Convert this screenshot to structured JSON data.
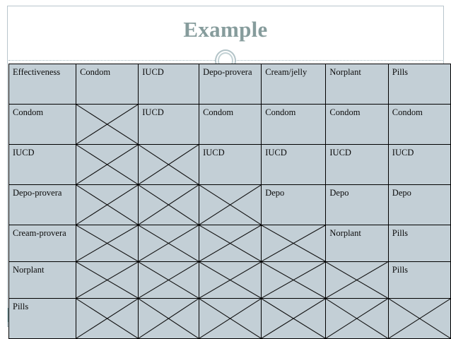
{
  "slide": {
    "title": "Example",
    "theme": {
      "title_color": "#869c9c",
      "cell_fill": "#c3cfd6",
      "band_color": "#8eb0ae",
      "rule_color": "#9fb4bb",
      "border_color": "#000000"
    },
    "ornament": "double-ring-circle"
  },
  "table": {
    "corner_label": "Effectiveness",
    "columns": [
      "Condom",
      "IUCD",
      "Depo-provera",
      "Cream/jelly",
      "Norplant",
      "Pills"
    ],
    "row_labels": [
      "Condom",
      "IUCD",
      "Depo-provera",
      "Cream-provera",
      "Norplant",
      "Pills"
    ],
    "rows": [
      {
        "label": "Effectiveness",
        "cells": [
          "Condom",
          "IUCD",
          "Depo-provera",
          "Cream/jelly",
          "Norplant",
          "Pills"
        ],
        "crossed": [
          false,
          false,
          false,
          false,
          false,
          false
        ]
      },
      {
        "label": "Condom",
        "cells": [
          "",
          "IUCD",
          "Condom",
          "Condom",
          "Condom",
          "Condom"
        ],
        "crossed": [
          true,
          false,
          false,
          false,
          false,
          false
        ]
      },
      {
        "label": "IUCD",
        "cells": [
          "",
          "",
          "IUCD",
          "IUCD",
          "IUCD",
          "IUCD"
        ],
        "crossed": [
          true,
          true,
          false,
          false,
          false,
          false
        ]
      },
      {
        "label": "Depo-provera",
        "cells": [
          "",
          "",
          "",
          "Depo",
          "Depo",
          "Depo"
        ],
        "crossed": [
          true,
          true,
          true,
          false,
          false,
          false
        ]
      },
      {
        "label": "Cream-provera",
        "cells": [
          "",
          "",
          "",
          "",
          "Norplant",
          "Pills"
        ],
        "crossed": [
          true,
          true,
          true,
          true,
          false,
          false
        ]
      },
      {
        "label": "Norplant",
        "cells": [
          "",
          "",
          "",
          "",
          "",
          "Pills"
        ],
        "crossed": [
          true,
          true,
          true,
          true,
          true,
          false
        ]
      },
      {
        "label": "Pills",
        "cells": [
          "",
          "",
          "",
          "",
          "",
          ""
        ],
        "crossed": [
          true,
          true,
          true,
          true,
          true,
          true
        ]
      }
    ]
  }
}
